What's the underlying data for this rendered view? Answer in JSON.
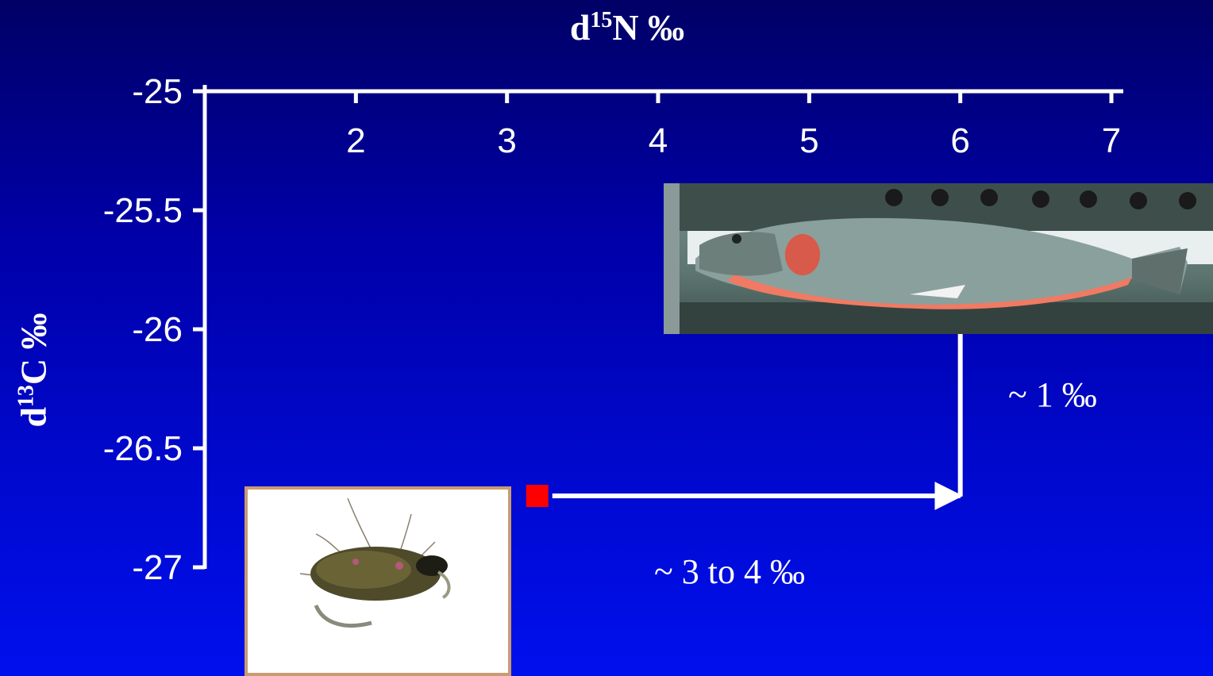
{
  "chart_data": {
    "type": "scatter",
    "title": "",
    "xlabel": {
      "main": "d",
      "sup": "15",
      "rest": "N ‰"
    },
    "ylabel": {
      "main": "d",
      "sup": "13",
      "rest": "C ‰"
    },
    "xlim": [
      1,
      7
    ],
    "ylim": [
      -27,
      -25
    ],
    "x_ticks": [
      "2",
      "3",
      "4",
      "5",
      "6",
      "7"
    ],
    "y_ticks": [
      "-25",
      "-25.5",
      "-26",
      "-26.5",
      "-27"
    ],
    "x_axis_position": "top",
    "grid": false,
    "points": [
      {
        "x": 3.2,
        "y": -26.7,
        "color": "#ff0000"
      }
    ],
    "arrows": [
      {
        "from": [
          3.3,
          -26.7
        ],
        "to": [
          6.0,
          -26.7
        ]
      },
      {
        "from": [
          6.0,
          -26.7
        ],
        "to": [
          6.0,
          -25.9
        ]
      }
    ],
    "annotations": {
      "horizontal": "~ 3 to 4 ‰",
      "vertical": "~ 1 ‰"
    }
  },
  "images": {
    "fish": "fish-photo",
    "fly": "fly-photo"
  },
  "colors": {
    "axis": "#ffffff",
    "point": "#ff0000"
  }
}
